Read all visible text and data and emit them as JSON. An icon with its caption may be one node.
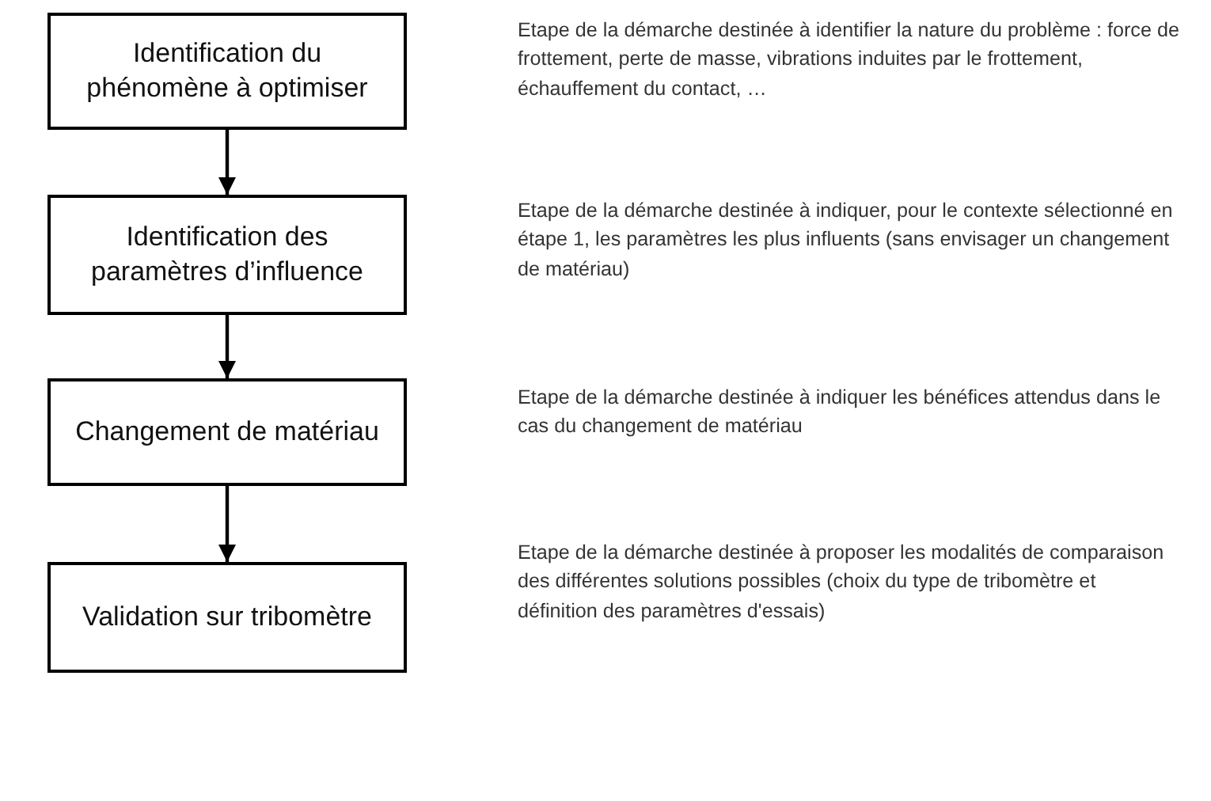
{
  "diagram": {
    "nodes": [
      {
        "text": [
          "Identification du phénomène à optimiser"
        ]
      },
      {
        "text": [
          "Identification des paramètres d’influence"
        ]
      },
      {
        "text": [
          "Changement de matériau"
        ]
      },
      {
        "text": [
          "Validation sur tribomètre"
        ]
      }
    ],
    "edges": [
      {
        "from": 0,
        "to": 1,
        "arrow": "to"
      },
      {
        "from": 1,
        "to": 2,
        "arrow": "to"
      },
      {
        "from": 2,
        "to": 3,
        "arrow": "to"
      }
    ],
    "labels": [
      "Etape de la démarche destinée à identifier la nature du problème : force de frottement, perte de masse, vibrations induites par le frottement, échauffement du contact, …",
      "Etape de la démarche destinée à indiquer, pour le contexte sélectionné en étape 1, les paramètres les plus influents (sans envisager un changement de matériau)",
      "Etape de la démarche destinée à indiquer les bénéfices attendus dans le cas du changement de matériau",
      "Etape de la démarche destinée à proposer les modalités de comparaison des différentes solutions possibles (choix du type de tribomètre et définition des paramètres d'essais)"
    ]
  }
}
